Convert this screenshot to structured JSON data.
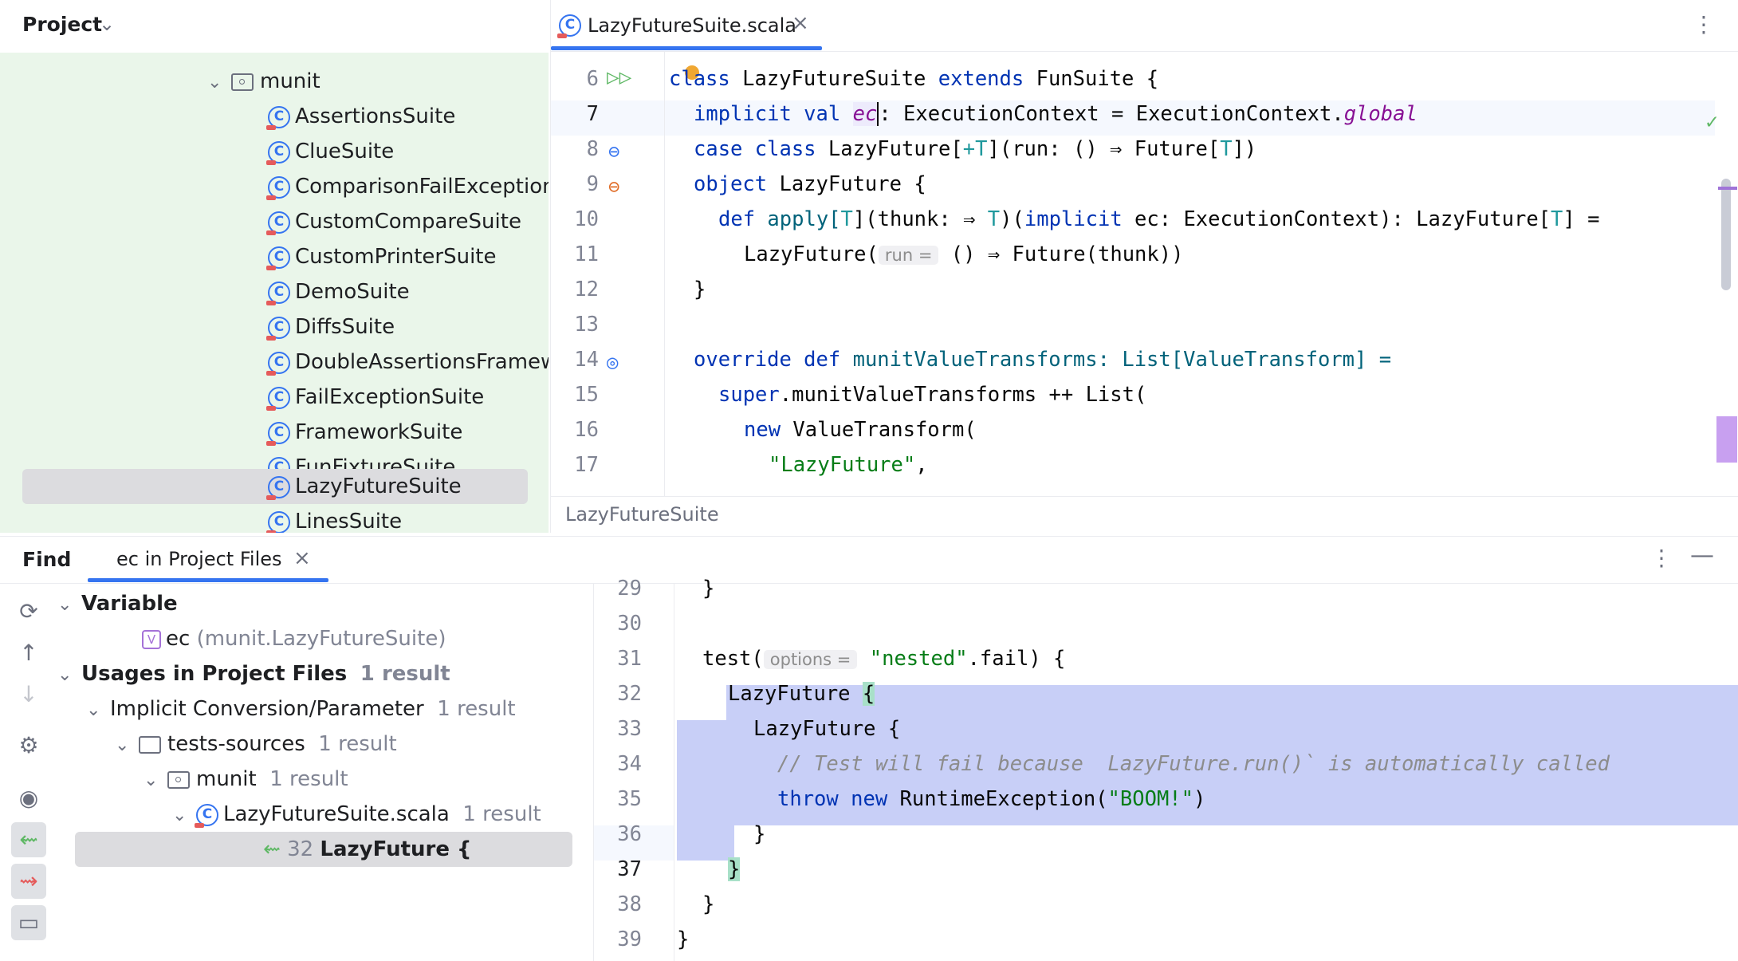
{
  "project": {
    "title": "Project",
    "tree": [
      {
        "label": "munit",
        "kind": "folder"
      },
      {
        "label": "AssertionsSuite",
        "kind": "class"
      },
      {
        "label": "ClueSuite",
        "kind": "class"
      },
      {
        "label": "ComparisonFailException",
        "kind": "class"
      },
      {
        "label": "CustomCompareSuite",
        "kind": "class"
      },
      {
        "label": "CustomPrinterSuite",
        "kind": "class"
      },
      {
        "label": "DemoSuite",
        "kind": "class"
      },
      {
        "label": "DiffsSuite",
        "kind": "class"
      },
      {
        "label": "DoubleAssertionsFramew",
        "kind": "class"
      },
      {
        "label": "FailExceptionSuite",
        "kind": "class"
      },
      {
        "label": "FrameworkSuite",
        "kind": "class"
      },
      {
        "label": "FunFixtureSuite",
        "kind": "class"
      },
      {
        "label": "LazyFutureSuite",
        "kind": "class",
        "selected": true
      },
      {
        "label": "LinesSuite",
        "kind": "class"
      }
    ]
  },
  "editor": {
    "tab_label": "LazyFutureSuite.scala",
    "breadcrumb": "LazyFutureSuite",
    "line_numbers": [
      "6",
      "7",
      "8",
      "9",
      "10",
      "11",
      "12",
      "13",
      "14",
      "15",
      "16",
      "17"
    ],
    "hint_run": "run =",
    "code": {
      "l6a": "class ",
      "l6b": "LazyFutureSuite ",
      "l6c": "extends ",
      "l6d": "FunSuite {",
      "l7a": "implicit val ",
      "l7b": "ec",
      "l7c": ": ExecutionContext = ExecutionContext.",
      "l7d": "global",
      "l8a": "case class ",
      "l8b": "LazyFuture[",
      "l8c": "+T",
      "l8d": "](run: () ⇒ Future[",
      "l8e": "T",
      "l8f": "])",
      "l9a": "object ",
      "l9b": "LazyFuture {",
      "l10a": "def ",
      "l10b": "apply[",
      "l10c": "T",
      "l10d": "](thunk: ⇒ ",
      "l10e": "T",
      "l10f": ")(",
      "l10g": "implicit ",
      "l10h": "ec: ExecutionContext): LazyFuture[",
      "l10i": "T",
      "l10j": "] =",
      "l11a": "LazyFuture(",
      "l11b": " () ⇒ Future(thunk))",
      "l12a": "}",
      "l14a": "override def ",
      "l14b": "munitValueTransforms: List[ValueTransform] =",
      "l15a": "super",
      "l15b": ".munitValueTransforms ++ List(",
      "l16a": "new ",
      "l16b": "ValueTransform(",
      "l17a": "\"LazyFuture\"",
      "l17b": ","
    }
  },
  "find": {
    "title": "Find",
    "tab_label": "ec in Project Files",
    "tree": {
      "variable": "Variable",
      "var_item_name": "ec",
      "var_item_loc": "(munit.LazyFutureSuite)",
      "usages": "Usages in Project Files",
      "usages_count": "1 result",
      "implicit": "Implicit Conversion/Parameter",
      "implicit_count": "1 result",
      "tests_sources": "tests-sources",
      "tests_sources_count": "1 result",
      "munit": "munit",
      "munit_count": "1 result",
      "file": "LazyFutureSuite.scala",
      "file_count": "1 result",
      "result_line": "32",
      "result_text": "LazyFuture {"
    },
    "preview": {
      "line_numbers": [
        "29",
        "30",
        "31",
        "32",
        "33",
        "34",
        "35",
        "36",
        "37",
        "38",
        "39"
      ],
      "hint_options": "options =",
      "l29": "}",
      "l31a": "test(",
      "l31b": "\"nested\"",
      "l31c": ".fail) {",
      "l32a": "LazyFuture ",
      "l32b": "{",
      "l33": "LazyFuture {",
      "l34": "// Test will fail because  LazyFuture.run()` is automatically called",
      "l35a": "throw new ",
      "l35b": "RuntimeException(",
      "l35c": "\"BOOM!\"",
      "l35d": ")",
      "l36": "}",
      "l37": "}",
      "l38": "}",
      "l39": "}"
    }
  },
  "colors": {
    "keyword": "#0033b3",
    "string": "#067d17",
    "project_bg": "#eaf6ea",
    "highlight": "#c8cff7",
    "accent": "#3574f0"
  }
}
